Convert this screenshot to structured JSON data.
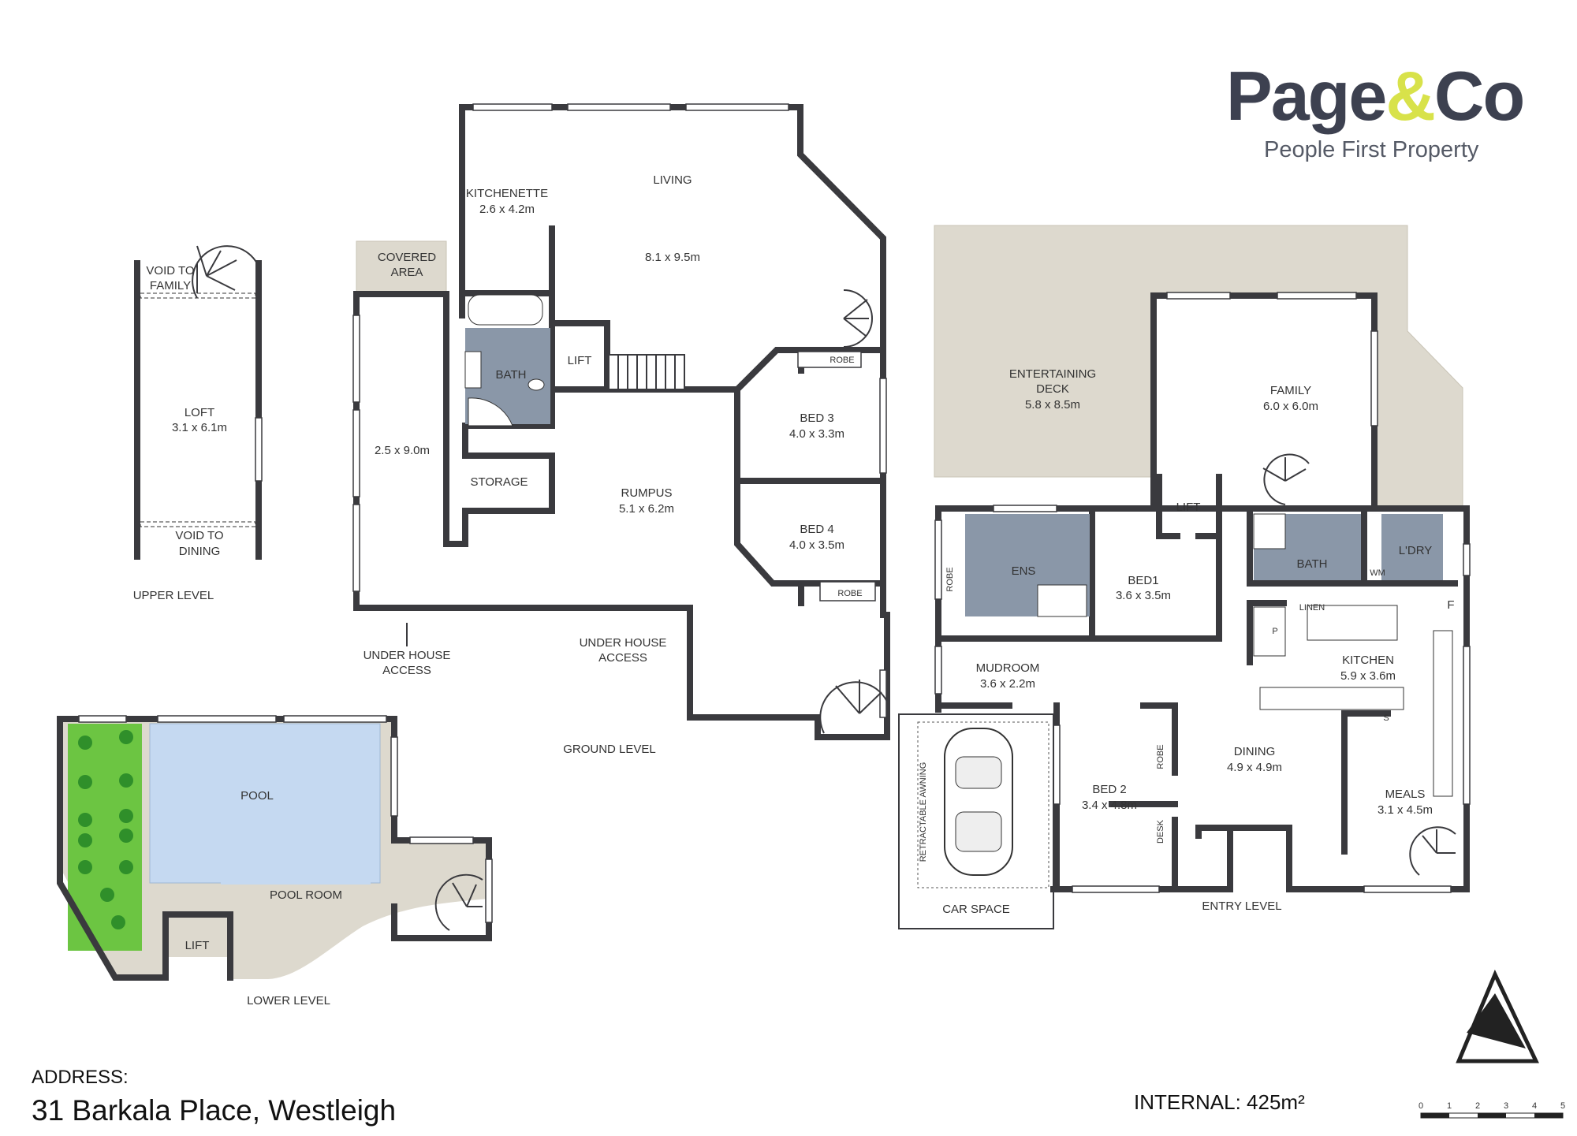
{
  "brand": {
    "name_part1": "Page",
    "name_amp": "&",
    "name_part2": "Co",
    "tagline": "People First Property",
    "accent": "#d8e24a",
    "dark": "#3d4150"
  },
  "address": {
    "heading": "ADDRESS:",
    "value": "31 Barkala Place, Westleigh"
  },
  "internal": {
    "label": "INTERNAL:",
    "value": "425m²"
  },
  "scale": {
    "ticks": [
      "0",
      "1",
      "2",
      "3",
      "4",
      "5"
    ]
  },
  "colors": {
    "deck": "#ddd9ce",
    "tile": "#8a97a8",
    "pool": "#c5d9f1",
    "garden": "#6cc542",
    "wall": "#3a3a3e"
  },
  "levels": {
    "upper": "UPPER LEVEL",
    "ground": "GROUND LEVEL",
    "lower": "LOWER LEVEL",
    "entry": "ENTRY LEVEL"
  },
  "rooms": {
    "void_family_1": "VOID TO",
    "void_family_2": "FAMILY",
    "loft": "LOFT",
    "loft_dim": "3.1 x 6.1m",
    "void_dining_1": "VOID TO",
    "void_dining_2": "DINING",
    "covered_1": "COVERED",
    "covered_2": "AREA",
    "kitchenette": "KITCHENETTE",
    "kitchenette_dim": "2.6 x 4.2m",
    "living": "LIVING",
    "living_dim": "8.1 x 9.5m",
    "bath_g": "BATH",
    "lift_g": "LIFT",
    "hall_dim": "2.5 x 9.0m",
    "storage": "STORAGE",
    "rumpus": "RUMPUS",
    "rumpus_dim": "5.1 x 6.2m",
    "robe3": "ROBE",
    "bed3": "BED 3",
    "bed3_dim": "4.0 x 3.3m",
    "bed4": "BED 4",
    "bed4_dim": "4.0 x 3.5m",
    "robe4": "ROBE",
    "uha1_1": "UNDER HOUSE",
    "uha1_2": "ACCESS",
    "uha2_1": "UNDER HOUSE",
    "uha2_2": "ACCESS",
    "pool": "POOL",
    "pool_room": "POOL ROOM",
    "lift_l": "LIFT",
    "deck_1": "ENTERTAINING",
    "deck_2": "DECK",
    "deck_dim": "5.8 x 8.5m",
    "family": "FAMILY",
    "family_dim": "6.0 x 6.0m",
    "lift_e": "LIFT",
    "robe1": "ROBE",
    "ens": "ENS",
    "bed1": "BED1",
    "bed1_dim": "3.6 x 3.5m",
    "bath_e": "BATH",
    "ldry": "L'DRY",
    "wm": "WM",
    "linen": "LINEN",
    "pantry": "P",
    "fridge": "F",
    "kitchen": "KITCHEN",
    "kitchen_dim": "5.9 x 3.6m",
    "mudroom": "MUDROOM",
    "mudroom_dim": "3.6 x 2.2m",
    "awning": "RETRACTABLE AWNING",
    "car": "CAR SPACE",
    "robe2": "ROBE",
    "desk": "DESK",
    "bed2": "BED 2",
    "bed2_dim": "3.4 x 4.8m",
    "dining": "DINING",
    "dining_dim": "4.9 x 4.9m",
    "stove": "S",
    "meals": "MEALS",
    "meals_dim": "3.1 x 4.5m"
  }
}
